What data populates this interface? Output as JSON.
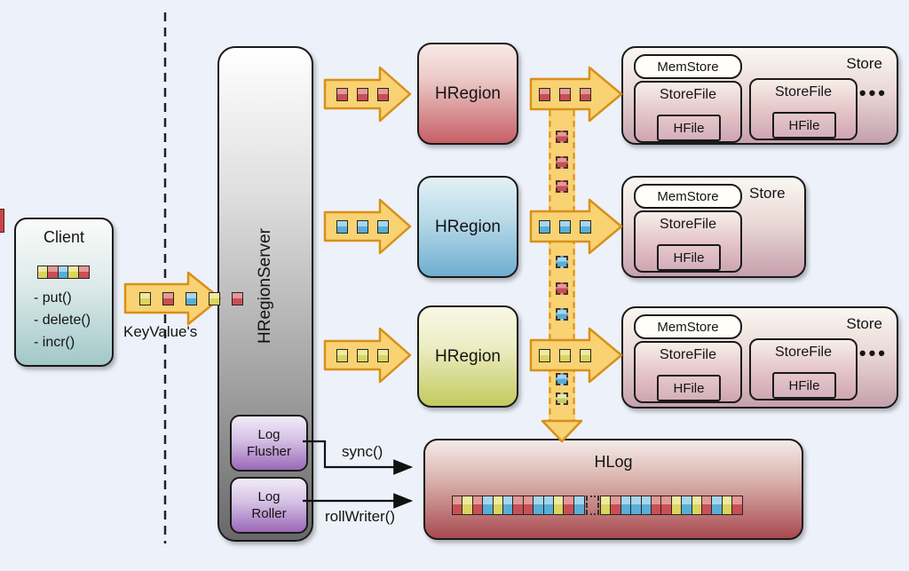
{
  "palette": {
    "arrow_fill": "#f9d274",
    "arrow_border": "#d89018",
    "red": "#c84f55",
    "blue": "#58aed6",
    "yellow": "#d9d55e",
    "green": "#c3cd66",
    "purple": "#9b68b8"
  },
  "client": {
    "title": "Client",
    "squares": [
      "yellow",
      "red",
      "blue",
      "yellow",
      "red"
    ],
    "methods": [
      "- put()",
      "- delete()",
      "- incr()"
    ]
  },
  "keyvalue_label": "KeyValue's",
  "server": {
    "label": "HRegionServer",
    "flusher": [
      "Log",
      "Flusher"
    ],
    "roller": [
      "Log",
      "Roller"
    ]
  },
  "calls": {
    "sync": "sync()",
    "roll": "rollWriter()"
  },
  "regions": [
    {
      "label": "HRegion",
      "squares": [
        "red",
        "red",
        "red"
      ]
    },
    {
      "label": "HRegion",
      "squares": [
        "blue",
        "blue",
        "blue"
      ]
    },
    {
      "label": "HRegion",
      "squares": [
        "yellow",
        "yellow",
        "yellow"
      ]
    }
  ],
  "band": {
    "squares": [
      "red",
      "red",
      "red",
      "blue",
      "red",
      "blue",
      "blue",
      "green"
    ]
  },
  "stores": [
    {
      "memstore": "MemStore",
      "title": "Store",
      "files": [
        "StoreFile",
        "StoreFile"
      ],
      "hfile": "HFile",
      "more": "•••"
    },
    {
      "memstore": "MemStore",
      "title": "Store",
      "files": [
        "StoreFile"
      ],
      "hfile": "HFile"
    },
    {
      "memstore": "MemStore",
      "title": "Store",
      "files": [
        "StoreFile",
        "StoreFile"
      ],
      "hfile": "HFile",
      "more": "•••"
    }
  ],
  "hlog": {
    "title": "HLog",
    "strip_left": [
      "red",
      "yellow",
      "red",
      "blue",
      "yellow",
      "blue",
      "red",
      "red",
      "blue",
      "blue",
      "yellow",
      "red",
      "blue"
    ],
    "strip_right": [
      "yellow",
      "red",
      "blue",
      "blue",
      "blue",
      "red",
      "red",
      "yellow",
      "blue",
      "yellow",
      "red",
      "blue",
      "yellow",
      "red"
    ]
  }
}
